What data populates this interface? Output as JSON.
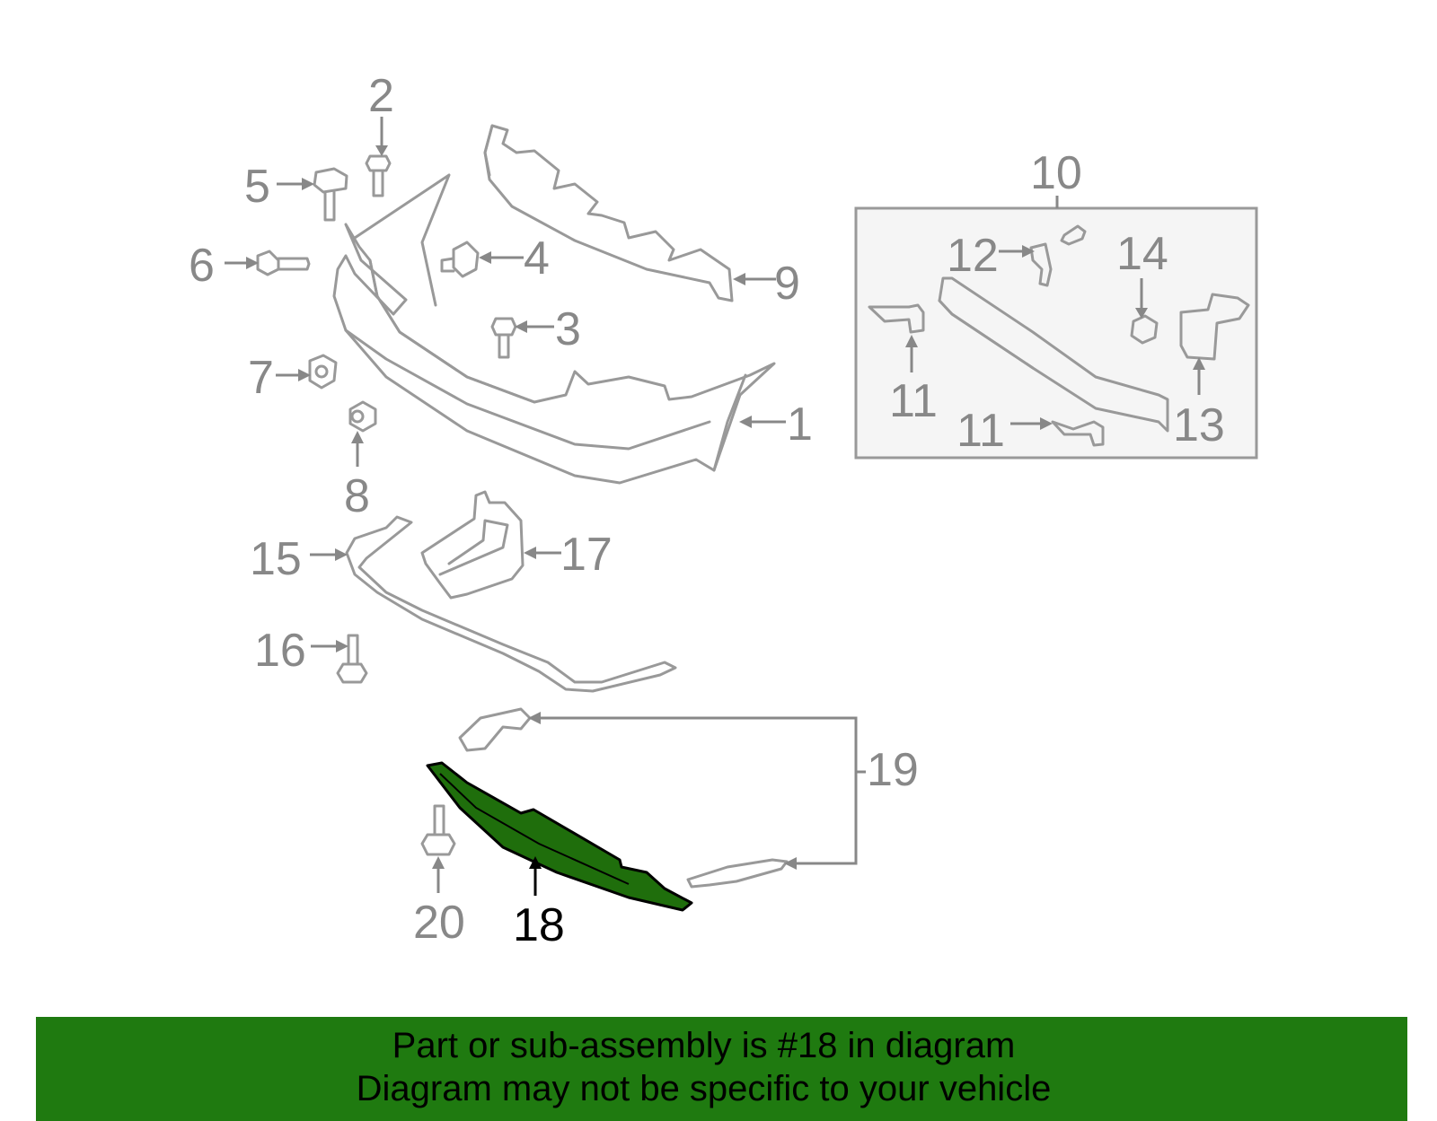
{
  "diagram": {
    "highlight_color": "#1f6e0c",
    "labels": {
      "l1": "1",
      "l2": "2",
      "l3": "3",
      "l4": "4",
      "l5": "5",
      "l6": "6",
      "l7": "7",
      "l8": "8",
      "l9": "9",
      "l10": "10",
      "l11a": "11",
      "l11b": "11",
      "l12": "12",
      "l13": "13",
      "l14": "14",
      "l15": "15",
      "l16": "16",
      "l17": "17",
      "l18": "18",
      "l19": "19",
      "l20": "20"
    }
  },
  "banner": {
    "line1": "Part or sub-assembly is #18 in diagram",
    "line2": "Diagram may not be specific to your vehicle",
    "background": "#1f7a10"
  }
}
